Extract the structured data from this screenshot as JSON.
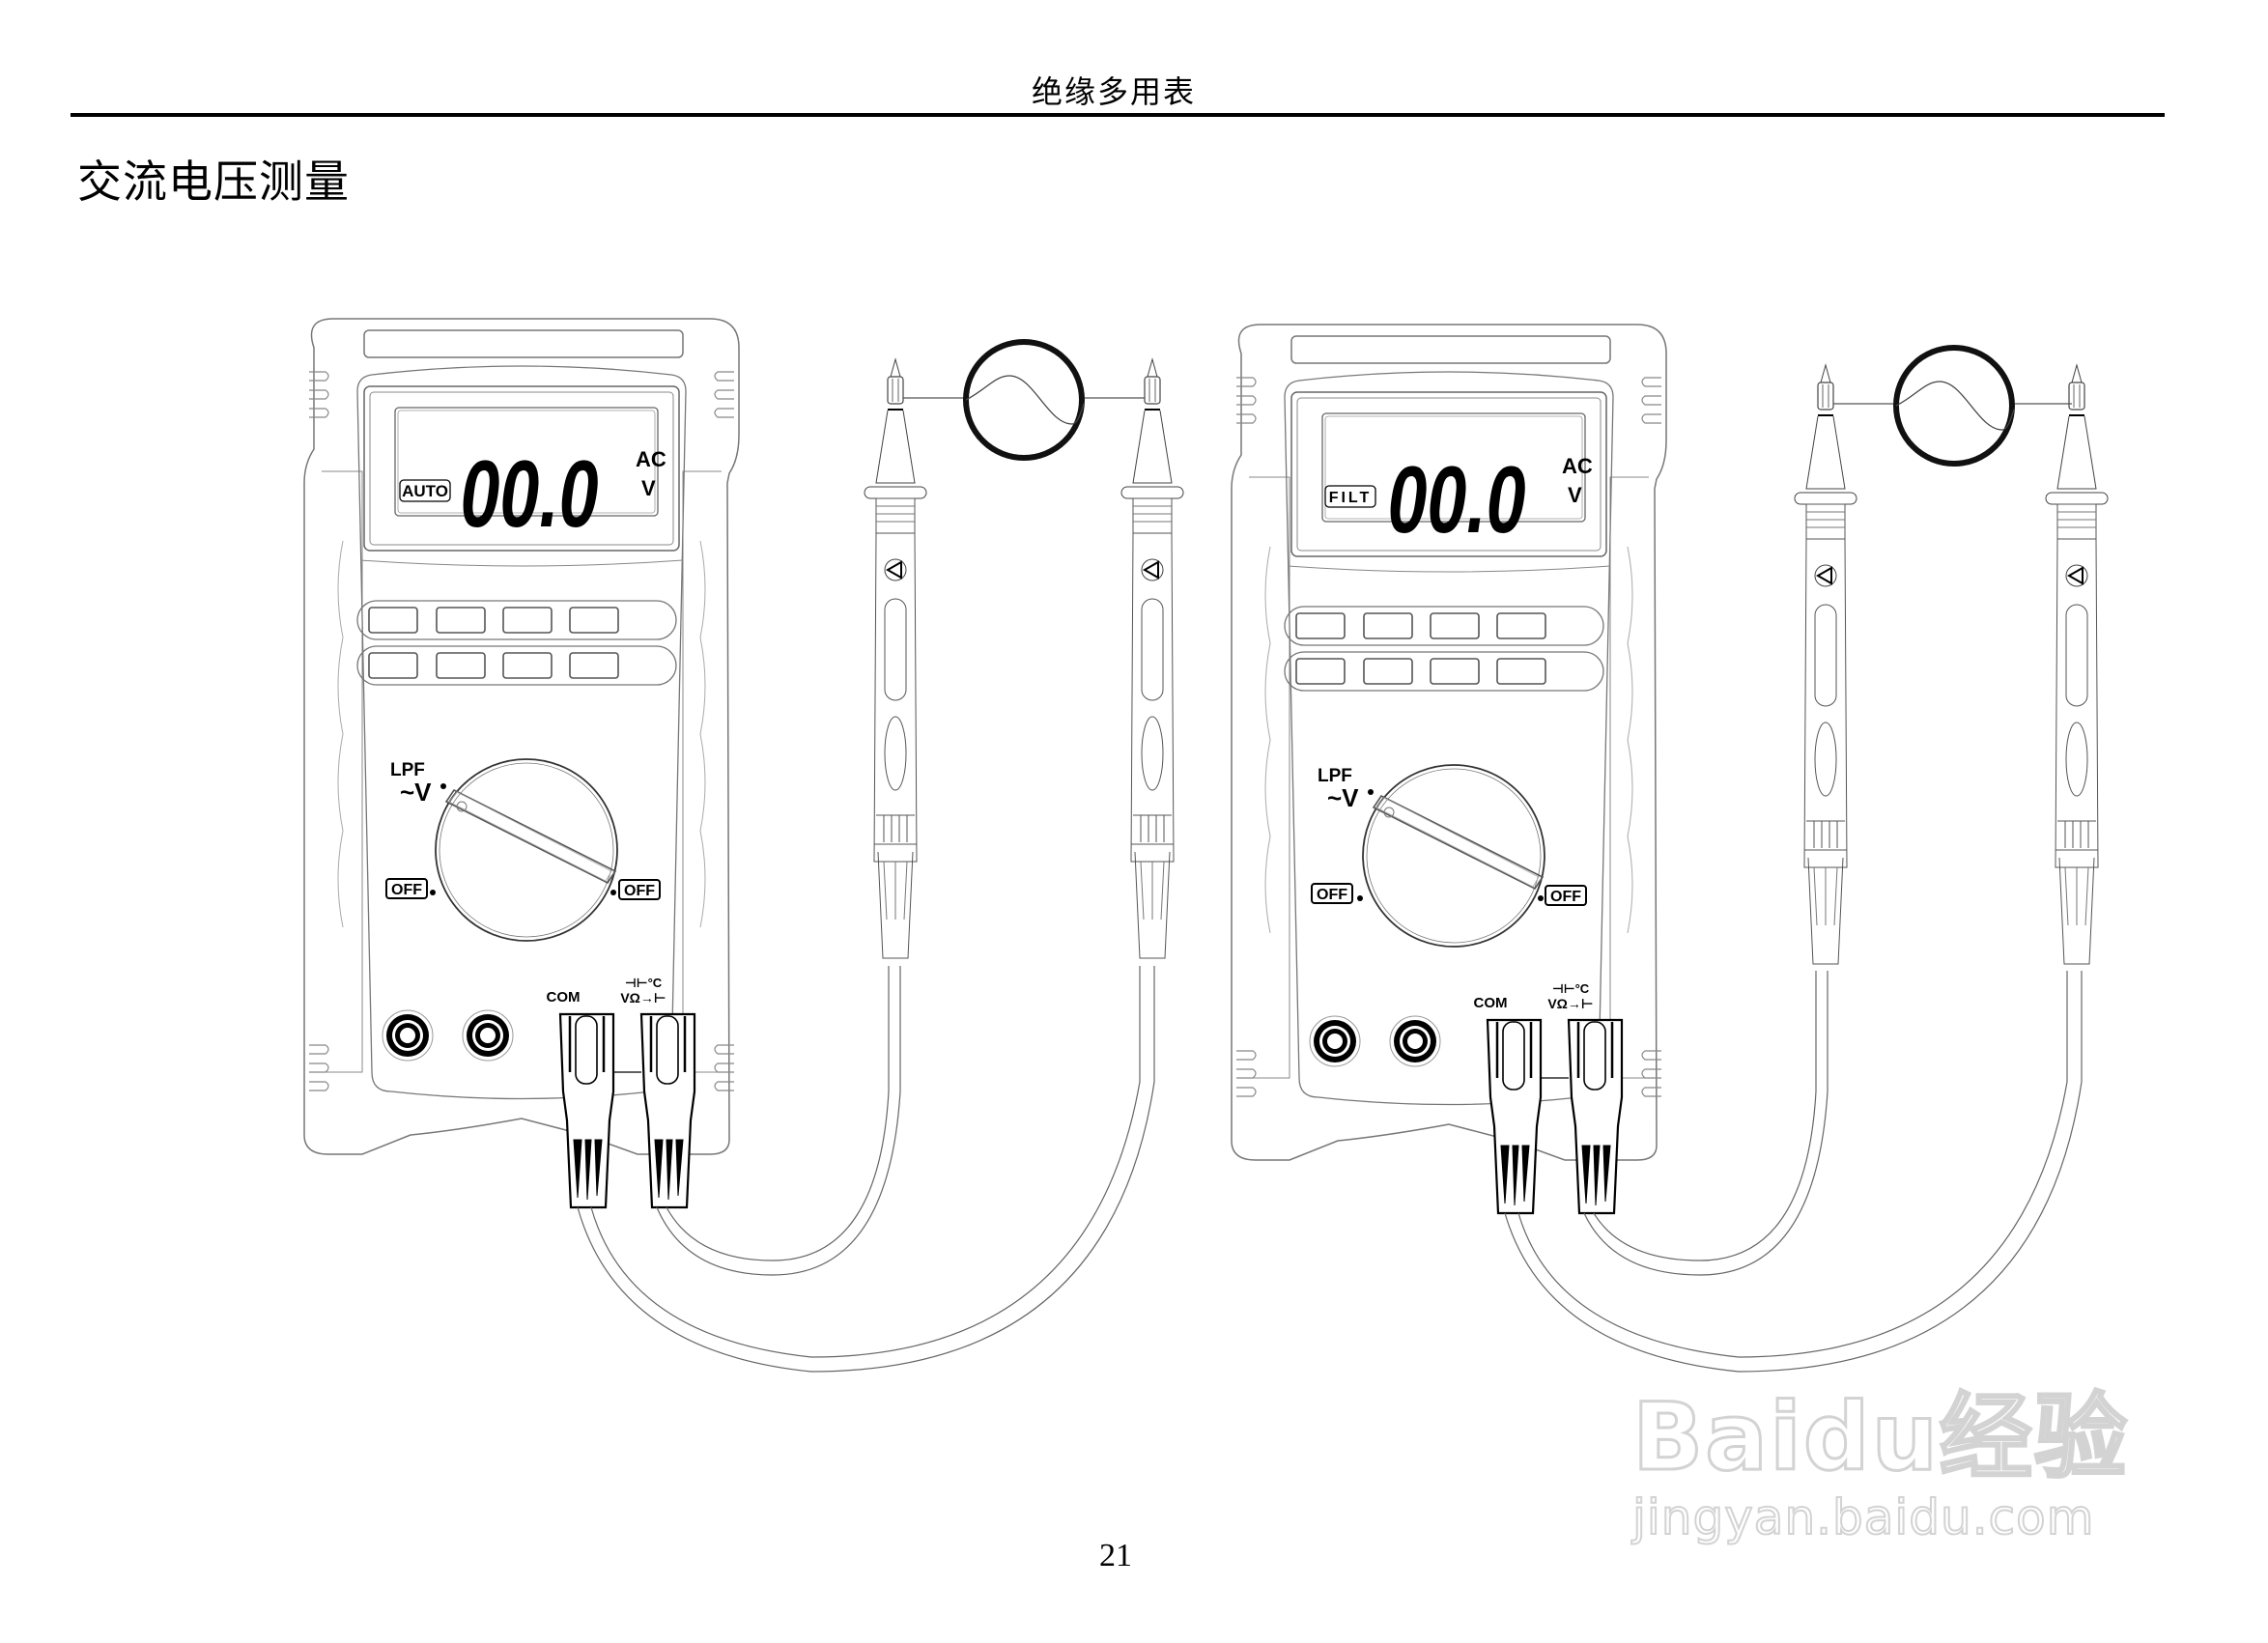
{
  "page": {
    "header": "绝缘多用表",
    "section_title": "交流电压测量",
    "page_number": "21"
  },
  "figures": [
    {
      "id": "left",
      "display": {
        "mode_tag": "AUTO",
        "reading": "00.0",
        "unit_top": "AC",
        "unit_bottom": "V"
      },
      "dial": {
        "function_top": "LPF",
        "function": "~V",
        "off_left": "OFF",
        "off_right": "OFF"
      },
      "jacks": {
        "com": "COM",
        "input_top": "⊣⊢°C",
        "input_bottom": "VΩ→⊢"
      },
      "signal": "sine-wave-source"
    },
    {
      "id": "right",
      "display": {
        "mode_tag": "FILT",
        "reading": "00.0",
        "unit_top": "AC",
        "unit_bottom": "V"
      },
      "dial": {
        "function_top": "LPF",
        "function": "~V",
        "off_left": "OFF",
        "off_right": "OFF"
      },
      "jacks": {
        "com": "COM",
        "input_top": "⊣⊢°C",
        "input_bottom": "VΩ→⊢"
      },
      "signal": "sine-wave-source"
    }
  ],
  "watermark": {
    "logo": "Baidu经验",
    "url": "jingyan.baidu.com"
  },
  "colors": {
    "ink": "#000000",
    "line": "#555555",
    "watermark": "#cfcfcf"
  }
}
